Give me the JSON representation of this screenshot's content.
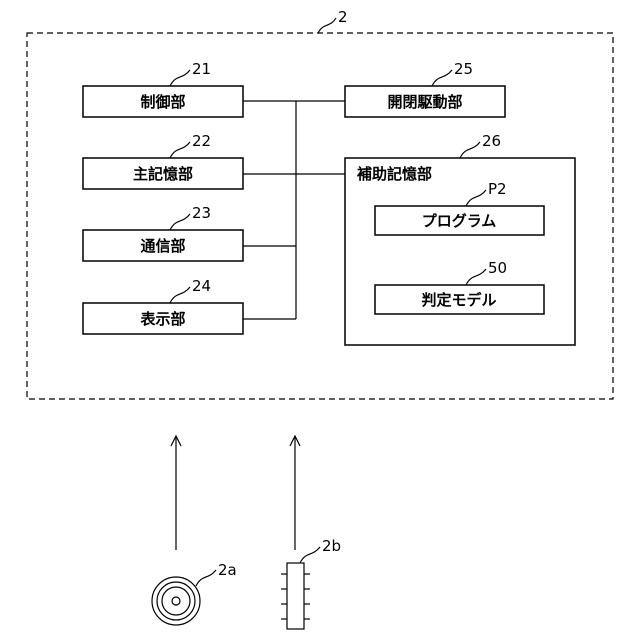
{
  "outer_ref": "2",
  "blocks": {
    "control": {
      "label": "制御部",
      "ref": "21"
    },
    "main_storage": {
      "label": "主記憶部",
      "ref": "22"
    },
    "communication": {
      "label": "通信部",
      "ref": "23"
    },
    "display": {
      "label": "表示部",
      "ref": "24"
    },
    "open_close_drive": {
      "label": "開閉駆動部",
      "ref": "25"
    },
    "aux_storage": {
      "label": "補助記憶部",
      "ref": "26"
    },
    "program": {
      "label": "プログラム",
      "ref": "P2"
    },
    "judgment_model": {
      "label": "判定モデル",
      "ref": "50"
    }
  },
  "external": {
    "disc_ref": "2a",
    "chip_ref": "2b"
  }
}
